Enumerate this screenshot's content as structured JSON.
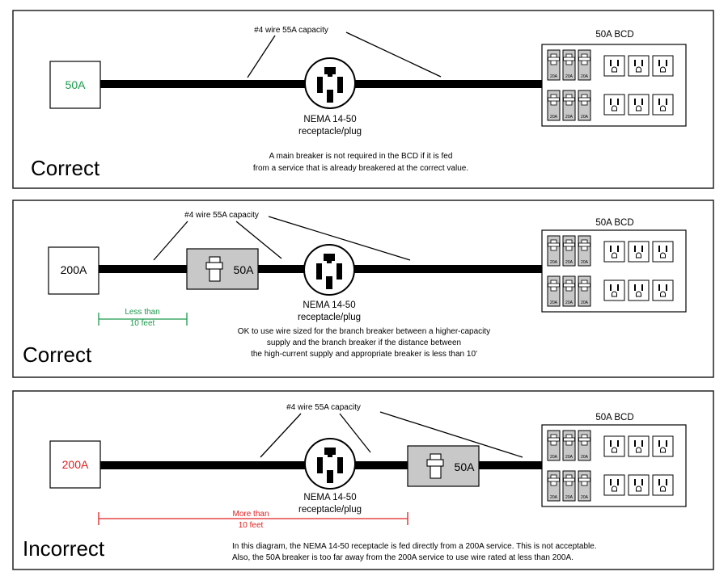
{
  "panels": [
    {
      "status": "Correct",
      "source": "50A",
      "wire_label": "#4 wire 55A capacity",
      "receptacle": [
        "NEMA 14-50",
        "receptacle/plug"
      ],
      "bcd_label": "50A BCD",
      "note": [
        "A main breaker is not required in the BCD if it is fed",
        "from a service that is already breakered at the correct value."
      ],
      "breaker_label": "",
      "distance_label": []
    },
    {
      "status": "Correct",
      "source": "200A",
      "wire_label": "#4 wire 55A capacity",
      "receptacle": [
        "NEMA 14-50",
        "receptacle/plug"
      ],
      "bcd_label": "50A BCD",
      "note": [
        "OK to use wire sized for the branch breaker between a higher-capacity",
        "supply and the branch breaker if the distance between",
        "the high-current supply and appropriate breaker is less than 10'"
      ],
      "breaker_label": "50A",
      "distance_label": [
        "Less than",
        "10 feet"
      ]
    },
    {
      "status": "Incorrect",
      "source": "200A",
      "wire_label": "#4 wire 55A capacity",
      "receptacle": [
        "NEMA 14-50",
        "receptacle/plug"
      ],
      "bcd_label": "50A BCD",
      "note": [
        "In this diagram, the NEMA 14-50 receptacle is fed directly from a 200A service.  This is not acceptable.",
        "Also, the 50A breaker is too far away from the 200A service to use wire rated at less than 200A."
      ],
      "breaker_label": "50A",
      "distance_label": [
        "More  than",
        "10 feet"
      ]
    }
  ],
  "bcd_breaker_rating": "20A",
  "colors": {
    "green": "#1a9a4a",
    "red": "#e02020",
    "breaker_gray": "#c8c8c8"
  }
}
